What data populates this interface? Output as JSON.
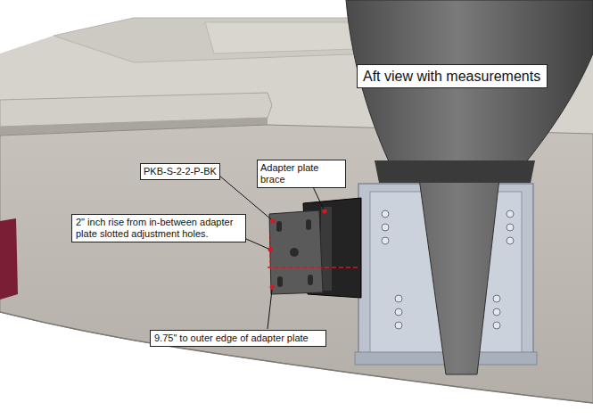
{
  "diagram": {
    "nodes": [
      {
        "text": [
          "Aft view with measurements"
        ]
      },
      {
        "text": [
          "PKB-S-2-2-P-BK"
        ]
      },
      {
        "text": [
          "Adapter plate brace"
        ]
      },
      {
        "text": [
          "2\" inch rise from in-between adapter plate slotted adjustment holes."
        ]
      },
      {
        "text": [
          "9.75\" to outer edge of adapter plate"
        ]
      }
    ]
  }
}
